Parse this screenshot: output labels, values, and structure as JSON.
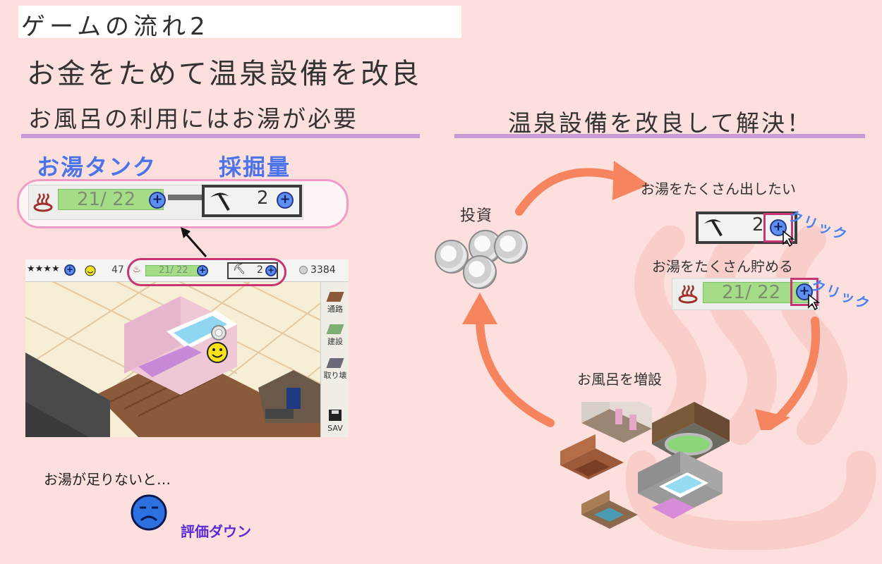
{
  "header": {
    "title": "ゲームの流れ2",
    "subtitle": "お金をためて温泉設備を改良",
    "left_heading": "お風呂の利用にはお湯が必要",
    "right_heading": "温泉設備を改良して解決！"
  },
  "hud": {
    "tank_label": "お湯タンク",
    "dig_label": "採掘量",
    "tank_value": "21/  22",
    "dig_value": "2",
    "plus": "+",
    "tank_fill": 0.955
  },
  "game": {
    "stars": "★★★★",
    "visitors": "47",
    "tank_value": "21/  22",
    "dig_value": "2",
    "money": "3384",
    "tools": [
      "通路",
      "建設",
      "取り壊",
      "SAV"
    ]
  },
  "bottom_left": {
    "lack_text": "お湯が足りないと…",
    "rating_down": "評価ダウン"
  },
  "cycle": {
    "invest": "投資",
    "more_water": "お湯をたくさん出したい",
    "store_water": "お湯をたくさん貯める",
    "add_bath": "お風呂を増設",
    "click1": "クリック",
    "click2": "クリック",
    "dig_value": "2",
    "tank_value": "21/  22"
  },
  "colors": {
    "background": "#fde0de",
    "accent_blue": "#4b74ea",
    "underline": "#c79ad6",
    "arrow": "#f6845f",
    "capsule_pink": "#f09cc5",
    "highlight": "#c73573"
  },
  "icons": [
    "hot-spring-icon",
    "pickaxe-icon",
    "plus-circle-icon",
    "cursor-icon",
    "coin-icon",
    "smiley-icon",
    "sad-face-icon",
    "save-icon"
  ]
}
